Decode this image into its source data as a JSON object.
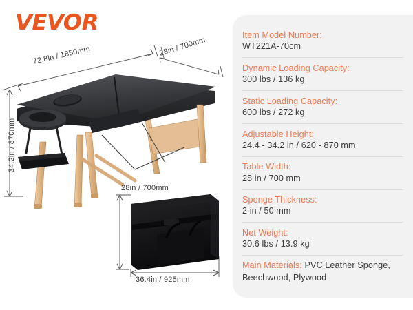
{
  "brand": {
    "name": "VEVOR"
  },
  "product": {
    "table_dimensions": {
      "length": "72.8in / 1850mm",
      "depth": "28in / 700mm",
      "height": "34.2in / 870mm"
    },
    "bag_dimensions": {
      "height": "28in / 700mm",
      "width": "36.4in / 925mm"
    }
  },
  "specs": [
    {
      "label": "Item Model Number:",
      "value": "WT221A-70cm",
      "inline": false
    },
    {
      "label": "Dynamic Loading Capacity:",
      "value": "300 lbs / 136 kg",
      "inline": false
    },
    {
      "label": "Static Loading Capacity:",
      "value": "600 lbs / 272 kg",
      "inline": false
    },
    {
      "label": "Adjustable Height:",
      "value": "24.4 - 34.2 in / 620 - 870 mm",
      "inline": false
    },
    {
      "label": "Table Width:",
      "value": "28 in / 700 mm",
      "inline": false
    },
    {
      "label": "Sponge Thickness:",
      "value": "2 in / 50 mm",
      "inline": false
    },
    {
      "label": "Net Weight:",
      "value": "30.6 lbs / 13.9 kg",
      "inline": false
    },
    {
      "label": "Main Materials:",
      "value": " PVC Leather Sponge, Beechwood, Plywood",
      "inline": true
    }
  ],
  "colors": {
    "brand_orange": "#EA5620",
    "label_orange": "#EE7A52",
    "value_gray": "#3C3C3C",
    "panel_bg": "#F2F2F2",
    "divider": "#DEDEDE",
    "wood": "#E0B583",
    "upholstery": "#2B2B2D",
    "page_bg": "#FFFFFF"
  }
}
